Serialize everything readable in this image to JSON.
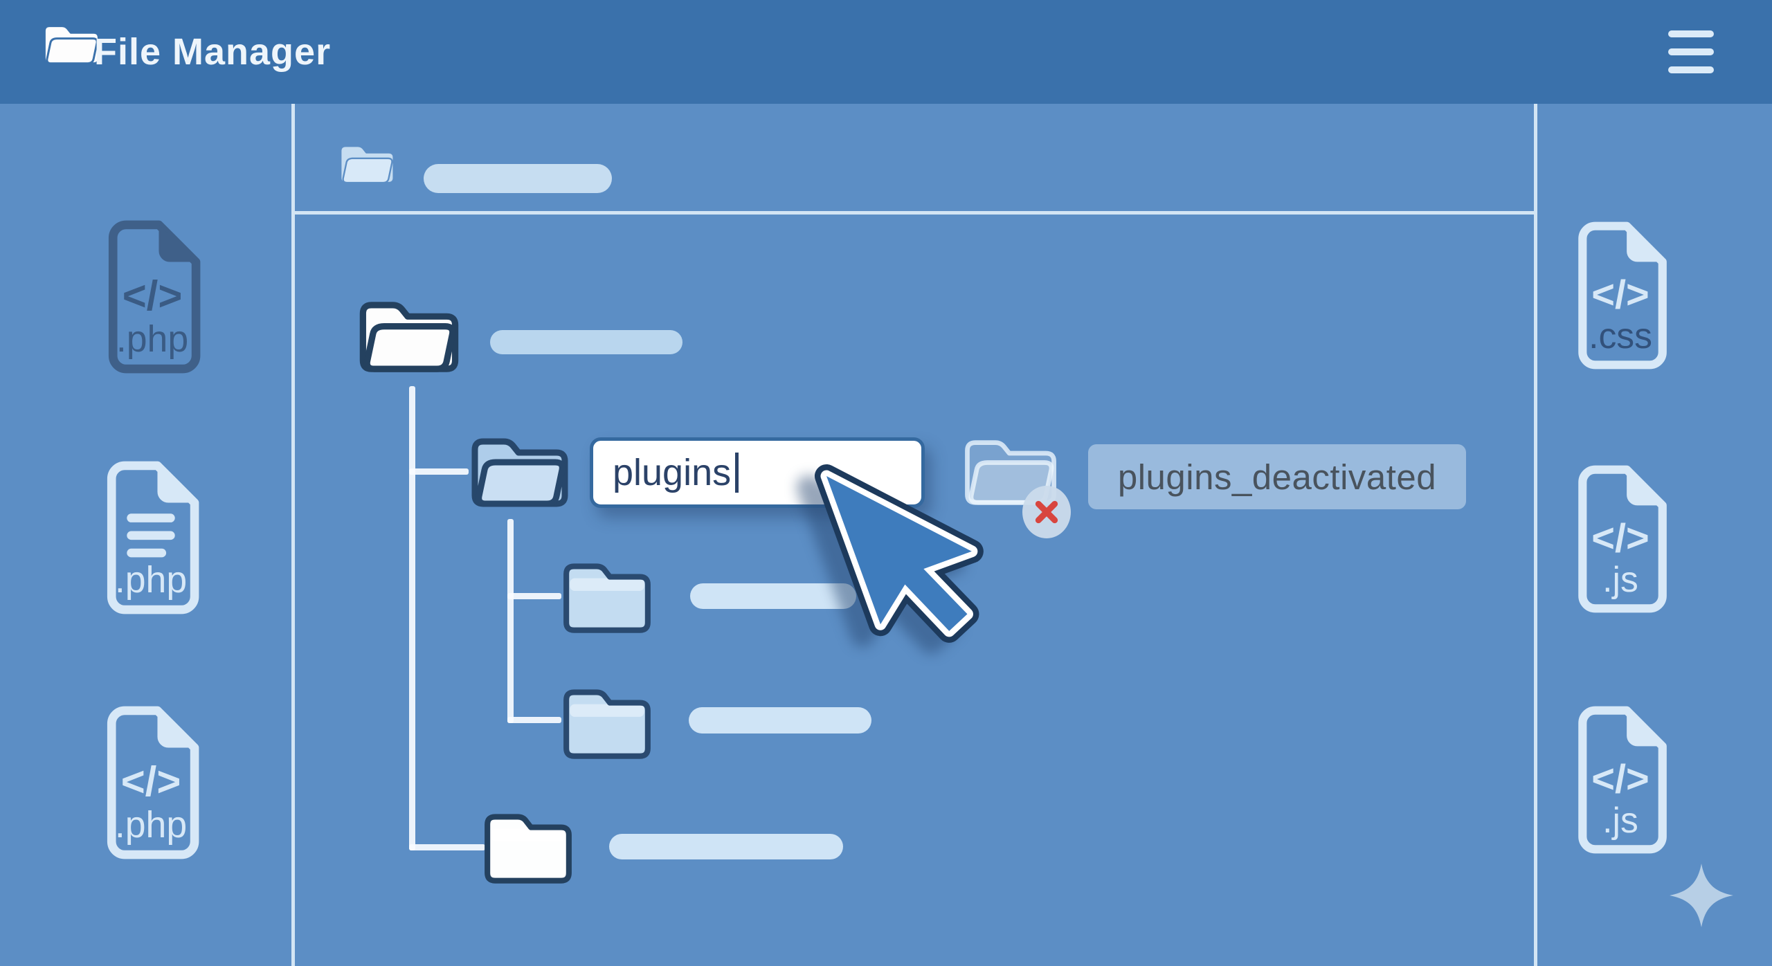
{
  "header": {
    "title": "File Manager",
    "logo_icon": "open-folder-icon",
    "menu_icon": "hamburger-icon"
  },
  "left_files": [
    {
      "icon": "code-file-icon",
      "glyph": "</>",
      "ext": ".php"
    },
    {
      "icon": "text-file-icon",
      "ext": ".php"
    },
    {
      "icon": "code-file-icon",
      "glyph": "</>",
      "ext": ".php"
    }
  ],
  "right_files": [
    {
      "icon": "code-file-icon",
      "glyph": "</>",
      "ext": ".css"
    },
    {
      "icon": "code-file-icon",
      "glyph": "</>",
      "ext": ".js"
    },
    {
      "icon": "code-file-icon",
      "glyph": "</>",
      "ext": ".js"
    }
  ],
  "main": {
    "rename_input": {
      "value": "plugins"
    },
    "ghost_folder": {
      "label": "plugins_deactivated",
      "badge_icon": "x-circle-icon"
    },
    "cursor_icon": "arrow-pointer-icon",
    "decor_icon": "sparkle-icon"
  },
  "colors": {
    "background": "#5c8ec5",
    "header": "#3a71ab",
    "divider": "#d3e5f4",
    "tree_line": "#f9fcff",
    "pill_light": "#cfe4f6",
    "pill_medium": "#b9d6ee",
    "folder_outline": "#24415f",
    "folder_fill": "#c3dcf1",
    "input_border": "#35699f",
    "input_text": "#2b4268",
    "label_text": "#49535d",
    "badge_red": "#d8453e",
    "cursor_blue": "#3e7cbd",
    "icon_dark": "#3f6089",
    "icon_light": "#d7e8f7"
  }
}
